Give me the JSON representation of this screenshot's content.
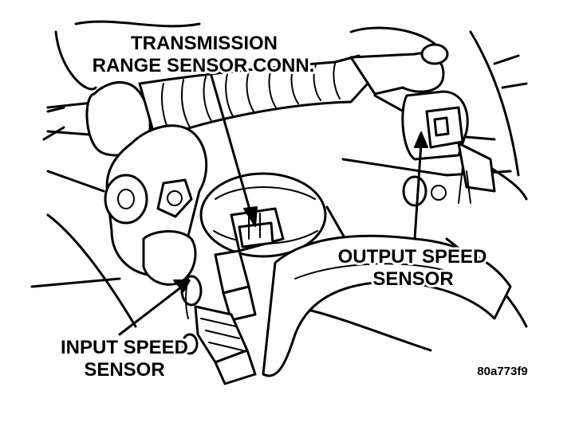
{
  "figure": {
    "labels": {
      "trs_line1": "TRANSMISSION",
      "trs_line2": "RANGE SENSOR CONN.",
      "output_line1": "OUTPUT SPEED",
      "output_line2": "SENSOR",
      "input_line1": "INPUT SPEED",
      "input_line2": "SENSOR",
      "figure_code": "80a773f9"
    },
    "colors": {
      "ink": "#000000",
      "paper": "#ffffff"
    }
  }
}
